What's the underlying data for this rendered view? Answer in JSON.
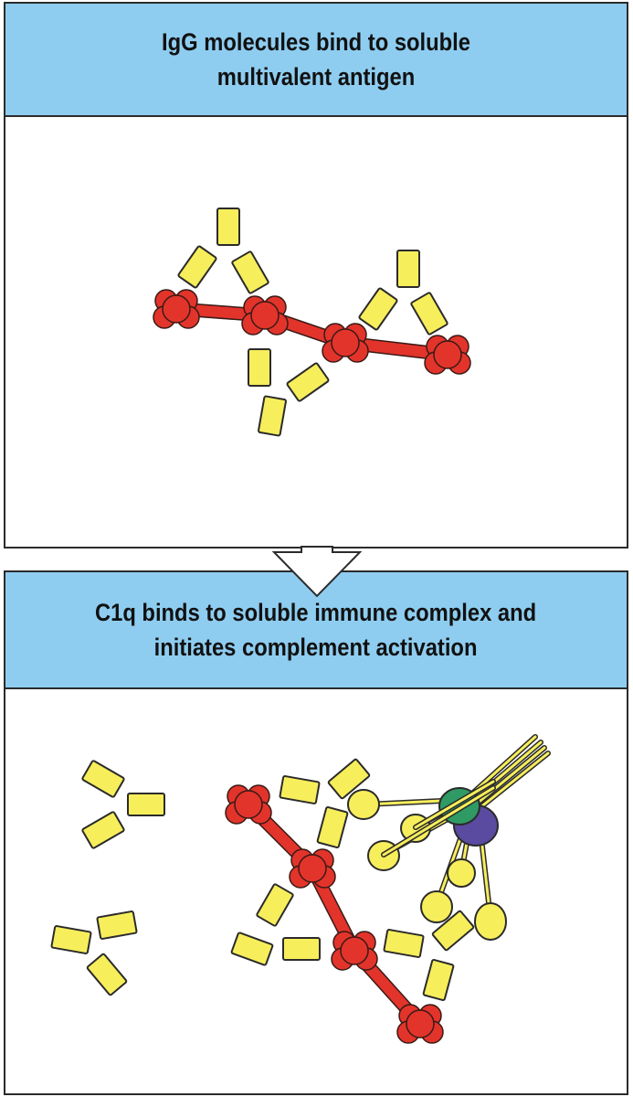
{
  "panels": [
    {
      "title_lines": [
        "IgG molecules bind to soluble",
        "multivalent antigen"
      ]
    },
    {
      "title_lines": [
        "C1q binds to soluble immune complex and",
        "initiates complement activation"
      ]
    }
  ],
  "colors": {
    "header_background": "#8ecdf0",
    "border": "#2b2b2b",
    "antigen_red": "#e2342b",
    "antibody_yellow": "#f7ee5b",
    "c1q_green": "#2f9a64",
    "c1q_purple": "#5a4aa0"
  }
}
